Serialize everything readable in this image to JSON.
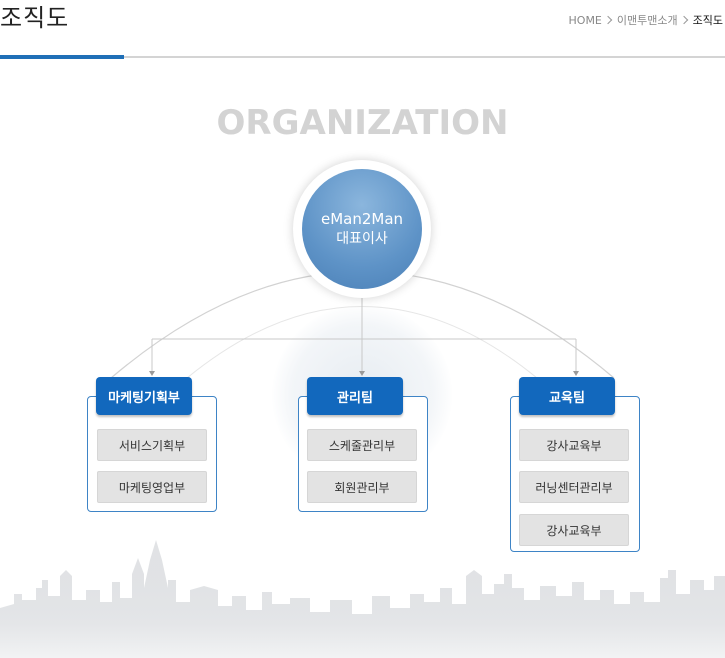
{
  "page": {
    "title": "조직도",
    "breadcrumb": [
      "HOME",
      "이맨투맨소개",
      "조직도"
    ]
  },
  "org": {
    "heading": "ORGANIZATION",
    "root": {
      "name": "eMan2Man",
      "role": "대표이사"
    },
    "departments": [
      {
        "name": "마케팅기획부",
        "teams": [
          "서비스기획부",
          "마케팅영업부"
        ]
      },
      {
        "name": "관리팀",
        "teams": [
          "스케줄관리부",
          "회원관리부"
        ]
      },
      {
        "name": "교육팀",
        "teams": [
          "강사교육부",
          "러닝센터관리부",
          "강사교육부"
        ]
      }
    ]
  },
  "colors": {
    "accent": "#1f6fb7",
    "dept_header": "#1268bd",
    "dept_border": "#3e84c6",
    "ceo_circle": "#5e93c7",
    "heading_gray": "#d3d3d3",
    "subteam_bg": "#e3e3e3"
  }
}
